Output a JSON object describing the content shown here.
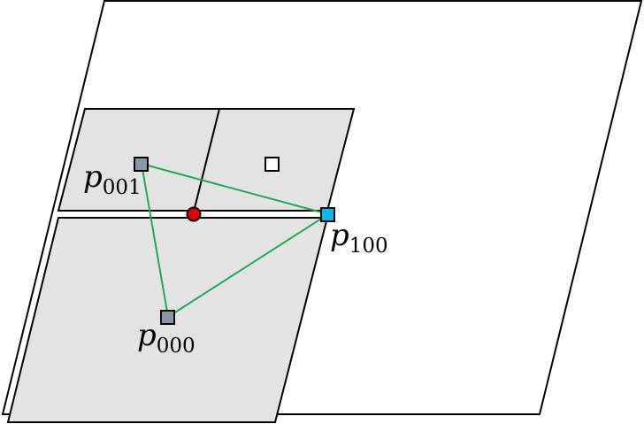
{
  "labels": {
    "p001": {
      "base": "p",
      "sub": "001"
    },
    "p100": {
      "base": "p",
      "sub": "100"
    },
    "p000": {
      "base": "p",
      "sub": "000"
    }
  },
  "colors": {
    "outline": "#000000",
    "background_plane_fill": "#ffffff",
    "patch_fill": "#e3e3e3",
    "triangle_edge": "#1faa55",
    "intersection_point": "#e00000",
    "highlighted_vertex": "#14b4f0",
    "vertex": "#8b96a8",
    "empty_vertex": "#ffffff"
  }
}
